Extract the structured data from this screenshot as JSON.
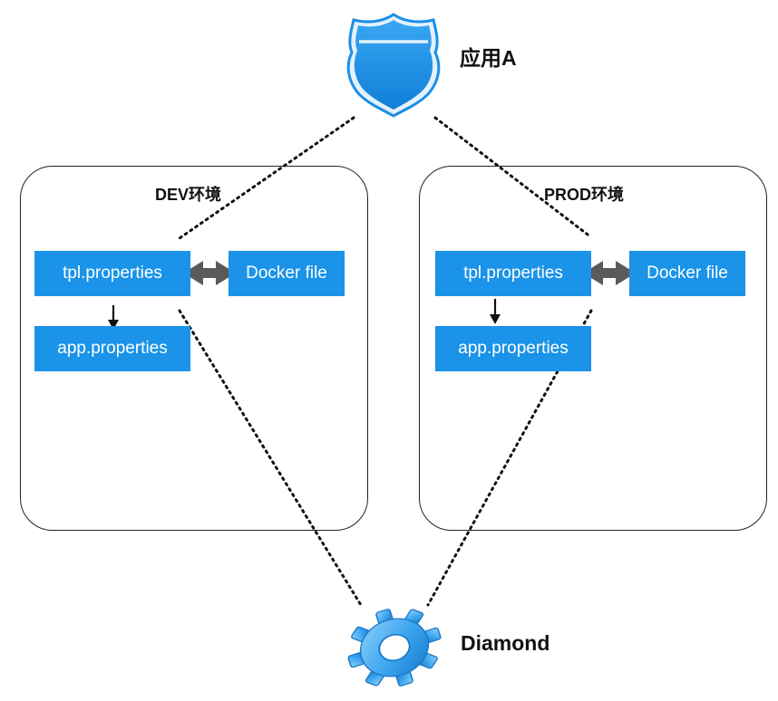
{
  "app": {
    "label": "应用A",
    "icon": "shield-icon"
  },
  "diamond": {
    "label": "Diamond",
    "icon": "gear-icon"
  },
  "environments": [
    {
      "title": "DEV环境",
      "tpl_label": "tpl.properties",
      "app_label": "app.properties",
      "docker_label": "Docker file"
    },
    {
      "title": "PROD环境",
      "tpl_label": "tpl.properties",
      "app_label": "app.properties",
      "docker_label": "Docker file"
    }
  ],
  "colors": {
    "box_blue": "#1a93e8",
    "arrow_gray": "#5a5a5a",
    "shield_blue": "#1a8fe6"
  }
}
